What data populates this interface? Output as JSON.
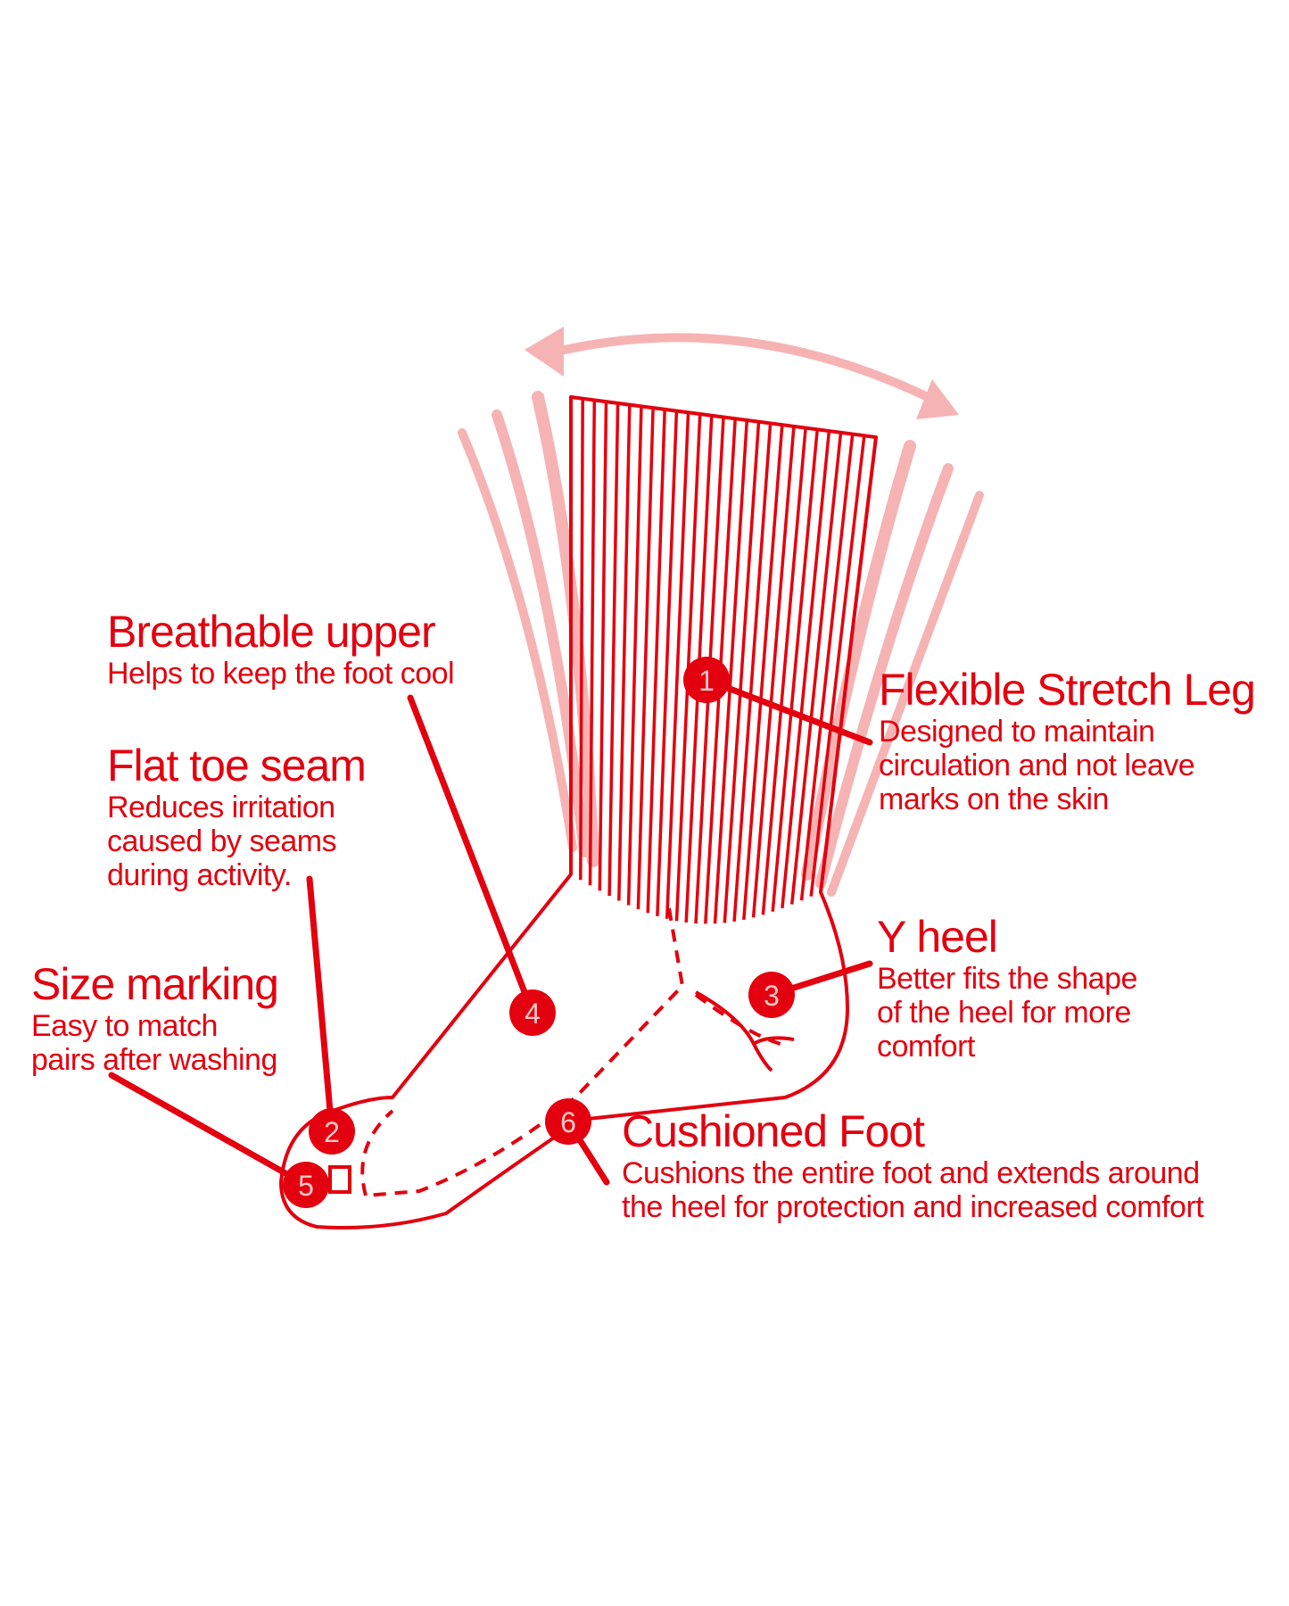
{
  "colors": {
    "accent": "#e3000f",
    "accent_light": "#f6b3b3",
    "background": "#ffffff"
  },
  "features": [
    {
      "number": "1",
      "title": "Flexible Stretch Leg",
      "lines": [
        "Designed to maintain",
        "circulation and not leave",
        "marks on the skin"
      ]
    },
    {
      "number": "2",
      "title": "Flat toe seam",
      "lines": [
        "Reduces irritation",
        "caused by seams",
        "during activity."
      ]
    },
    {
      "number": "3",
      "title": "Y heel",
      "lines": [
        "Better fits the shape",
        "of the heel for more",
        "comfort"
      ]
    },
    {
      "number": "4",
      "title": "Breathable upper",
      "lines": [
        "Helps to keep the foot cool"
      ]
    },
    {
      "number": "5",
      "title": "Size marking",
      "lines": [
        "Easy to match",
        "pairs after washing"
      ]
    },
    {
      "number": "6",
      "title": "Cushioned Foot",
      "lines": [
        "Cushions the entire foot and extends around",
        "the heel for protection and increased comfort"
      ]
    }
  ]
}
